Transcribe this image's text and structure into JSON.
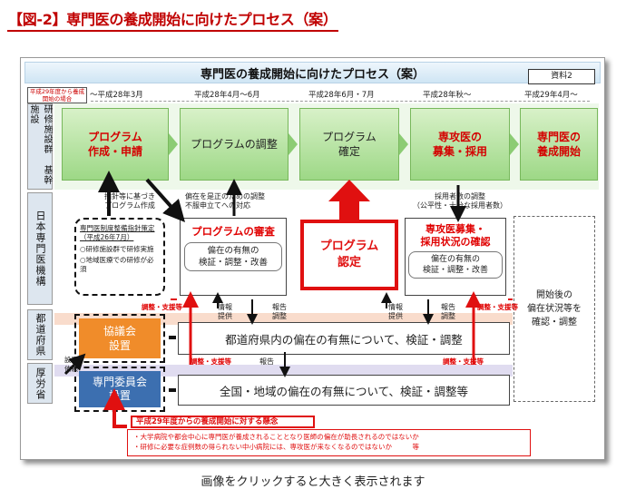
{
  "page_heading": "【図-2】専門医の養成開始に向けたプロセス（案）",
  "diagram": {
    "title": "専門医の養成開始に向けたプロセス（案）",
    "material_label": "資料2",
    "start_note": "平成29年度から養成開始の場合",
    "timeline": [
      "～平成28年3月",
      "平成28年4月～6月",
      "平成28年6月・7月",
      "平成28年秋～",
      "平成29年4月～"
    ],
    "rows": {
      "training_facility": "研修施設群 基幹施設",
      "japan_board": "日本専門医機構",
      "prefecture": "都道府県",
      "mhlw": "厚労省"
    },
    "stages": [
      "プログラム\n作成・申請",
      "プログラムの調整",
      "プログラム\n確定",
      "専攻医の\n募集・採用",
      "専門医の\n養成開始"
    ],
    "notes": {
      "guideline": "指針等に基づき\nプログラム作成",
      "adjust_reason": "偏在を是正のための調整\n不服申立てへの対応",
      "recruit_adjust": "採用者数の調整\n（公平性・十分な採用者数）"
    },
    "board_left": {
      "title": "専門医制度整備指針策定（平成26年7月）",
      "items": [
        "○研修施設群で研修実施",
        "○地域医療での研修が必須"
      ]
    },
    "review_box": {
      "title": "プログラムの審査",
      "sub": "偏在の有無の\n検証・調整・改善"
    },
    "certify_box": "プログラム\n認定",
    "recruit_box": {
      "title": "専攻医募集・\n採用状況の確認",
      "sub": "偏在の有無の\n検証・調整・改善"
    },
    "post_box": "開始後の\n偏在状況等を\n確認・調整",
    "council_box": "協議会\n設置",
    "committee_box": "専門委員会\n設置",
    "setup_request": "設置\n依頼",
    "prefecture_bar": "都道府県内の偏在の有無について、検証・調整",
    "national_bar": "全国・地域の偏在の有無について、検証・調整等",
    "flow_labels": {
      "adjust_support": "調整・支援等",
      "info_provide": "情報\n提供",
      "report_adjust": "報告\n調整",
      "report": "報告"
    },
    "concern": {
      "title": "平成29年度からの養成開始に対する懸念",
      "items": [
        "・大学病院や都会中心に専門医が養成されることとなり医師の偏在が助長されるのではないか",
        "・研修に必要な症例数の得られない中小病院には、専攻医が来なくなるのではないか　　　等"
      ]
    }
  },
  "caption": "画像をクリックすると大きく表示されます",
  "colors": {
    "accent_red": "#e00000",
    "stage_green": "#9dd886",
    "row_label_bg": "#dde6ef",
    "council_orange": "#f08c2a",
    "committee_blue": "#3c6fb0"
  }
}
